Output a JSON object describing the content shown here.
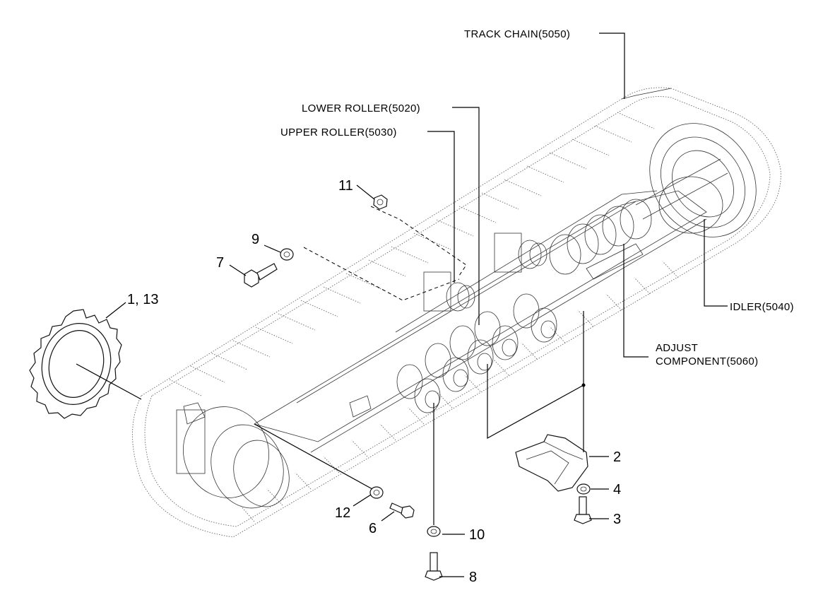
{
  "callouts": {
    "track_chain": "TRACK CHAIN(5050)",
    "lower_roller": "LOWER ROLLER(5020)",
    "upper_roller": "UPPER ROLLER(5030)",
    "idler": "IDLER(5040)",
    "adjust_line1": "ADJUST",
    "adjust_line2": "COMPONENT(5060)"
  },
  "part_numbers": {
    "sprocket": "1, 13",
    "guard": "2",
    "bolt_3": "3",
    "washer_4": "4",
    "bolt_6": "6",
    "bolt_7": "7",
    "bolt_8": "8",
    "washer_9": "9",
    "washer_10": "10",
    "nut_11": "11",
    "washer_12": "12"
  },
  "colors": {
    "line": "#222222",
    "background": "#ffffff"
  }
}
